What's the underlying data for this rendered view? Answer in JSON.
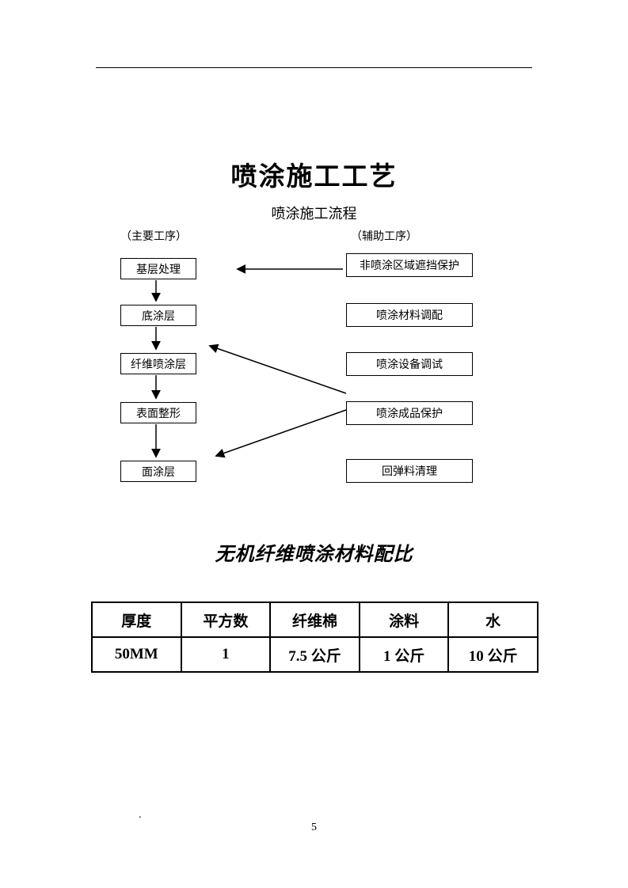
{
  "page": {
    "title": "喷涂施工工艺",
    "subtitle": "喷涂施工流程",
    "left_column_label": "（主要工序）",
    "right_column_label": "（辅助工序）",
    "footer_dot": ".",
    "page_number": "5"
  },
  "flowchart": {
    "main_steps": [
      "基层处理",
      "底涂层",
      "纤维喷涂层",
      "表面整形",
      "面涂层"
    ],
    "aux_steps": [
      "非喷涂区域遮挡保护",
      "喷涂材料调配",
      "喷涂设备调试",
      "喷涂成品保护",
      "回弹料清理"
    ]
  },
  "table_section": {
    "title": "无机纤维喷涂材料配比",
    "headers": [
      "厚度",
      "平方数",
      "纤维棉",
      "涂料",
      "水"
    ],
    "rows": [
      [
        "50MM",
        "1",
        "7.5 公斤",
        "1 公斤",
        "10 公斤"
      ]
    ]
  }
}
